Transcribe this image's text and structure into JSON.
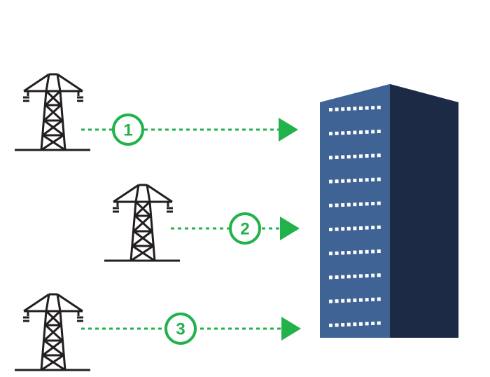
{
  "colors": {
    "accent_green": "#22b24c",
    "tower_stroke": "#231f20",
    "building_front": "#3f6394",
    "building_side": "#1c2a45",
    "building_top": "#2f4c78",
    "window": "#ffffff"
  },
  "icons": {
    "source": "power-tower-icon",
    "destination": "office-building-icon",
    "connection": "dotted-arrow-icon"
  },
  "connections": [
    {
      "label": "1"
    },
    {
      "label": "2"
    },
    {
      "label": "3"
    }
  ]
}
